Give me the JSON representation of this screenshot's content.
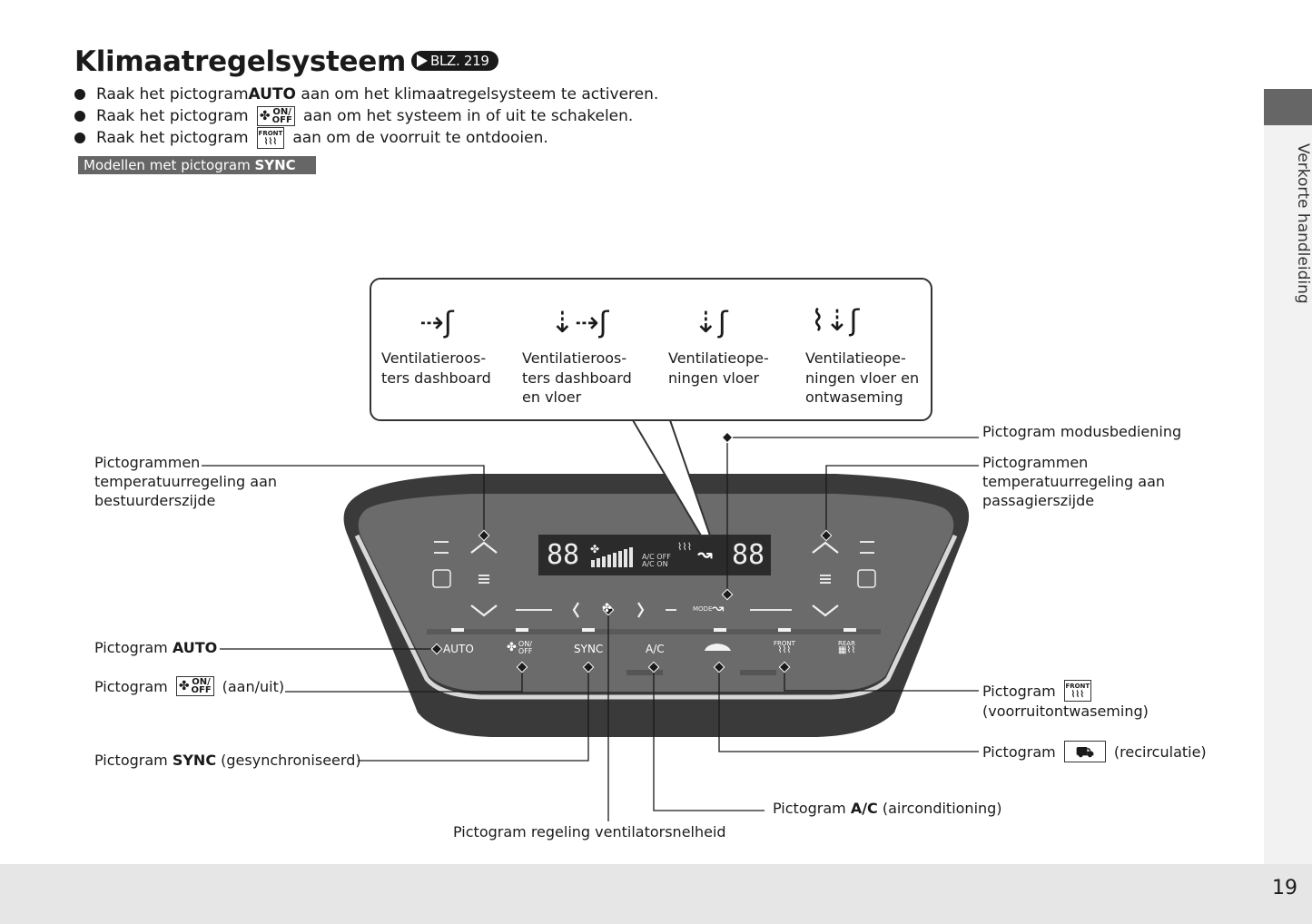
{
  "title": "Klimaatregelsysteem",
  "xref": "BLZ. 219",
  "bullets": [
    {
      "pre": "Raak het pictogram ",
      "bold": "AUTO",
      "post": " aan om het klimaatregelsysteem te activeren."
    },
    {
      "pre": "Raak het pictogram ",
      "post": " aan om het systeem in of uit te schakelen."
    },
    {
      "pre": "Raak het pictogram ",
      "post": " aan om de voorruit te ontdooien."
    }
  ],
  "icons": {
    "on_off": "ON/ OFF",
    "front": "FRONT",
    "rear": "REAR"
  },
  "model_badge": {
    "pre": "Modellen met pictogram ",
    "bold": "SYNC"
  },
  "modes": [
    {
      "line1": "Ventilatieroos-",
      "line2": "ters dashboard",
      "line3": ""
    },
    {
      "line1": "Ventilatieroos-",
      "line2": "ters dashboard",
      "line3": "en vloer"
    },
    {
      "line1": "Ventilatieope-",
      "line2": "ningen vloer",
      "line3": ""
    },
    {
      "line1": "Ventilatieope-",
      "line2": "ningen vloer en",
      "line3": "ontwaseming"
    }
  ],
  "callouts": {
    "temp_driver": [
      "Pictogrammen",
      "temperatuurregeling aan",
      "bestuurderszijde"
    ],
    "temp_pass": [
      "Pictogrammen",
      "temperatuurregeling aan",
      "passagierszijde"
    ],
    "mode": "Pictogram modusbediening",
    "auto_pre": "Pictogram ",
    "auto_bold": "AUTO",
    "onoff_pre": "Pictogram ",
    "onoff_post": " (aan/uit)",
    "sync_pre": "Pictogram ",
    "sync_bold": "SYNC",
    "sync_post": " (gesynchroniseerd)",
    "fan": "Pictogram regeling ventilatorsnelheid",
    "ac_pre": "Pictogram ",
    "ac_bold": "A/C",
    "ac_post": " (airconditioning)",
    "front_pre": "Pictogram ",
    "front_post": "(voorruitontwaseming)",
    "recirc_pre": "Pictogram ",
    "recirc_post": " (recirculatie)"
  },
  "panel": {
    "display_left": "88",
    "display_right": "88",
    "ac_off": "A/C OFF",
    "ac_on": "A/C ON",
    "mode_label": "MODE",
    "auto": "AUTO",
    "sync": "SYNC",
    "ac": "A/C"
  },
  "side_label": "Verkorte handleiding",
  "page_number": "19"
}
